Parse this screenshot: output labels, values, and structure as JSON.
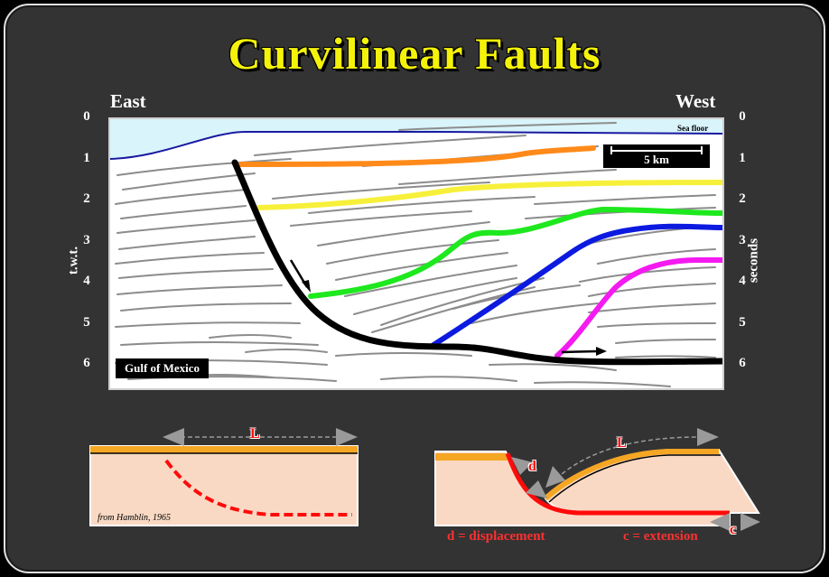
{
  "title": "Curvilinear Faults",
  "directions": {
    "left": "East",
    "right": "West"
  },
  "axes": {
    "left_label": "t.w.t.",
    "right_label": "seconds",
    "ticks": [
      "0",
      "1",
      "2",
      "3",
      "4",
      "5",
      "6"
    ]
  },
  "section": {
    "sea_floor_label": "Sea floor",
    "scale_bar_label": "5 km",
    "location_label": "Gulf of Mexico",
    "colors": {
      "sea": "#d9f4fb",
      "sea_floor": "#1a1aa0",
      "fault": "#000000",
      "horizons": [
        "#ff8a1a",
        "#f7f03a",
        "#1ee81e",
        "#0c1ae0",
        "#f41af0"
      ],
      "reflectors": "#8c8c8c"
    }
  },
  "diagram_left": {
    "length_label": "L",
    "credit": "from Hamblin, 1965"
  },
  "diagram_right": {
    "length_label": "L",
    "displacement_label": "d",
    "extension_label": "c",
    "legend_displacement": "d = displacement",
    "legend_extension": "c = extension"
  },
  "palette": {
    "block_fill": "#fad9c4",
    "layer_top": "#f5a623",
    "fault_red": "#ff0a0a",
    "arrow_gray": "#9a9a9a"
  }
}
